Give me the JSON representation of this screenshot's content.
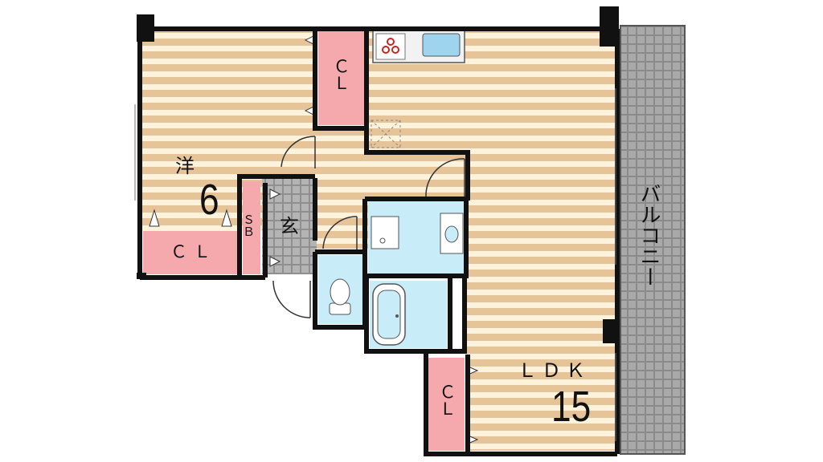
{
  "rooms": {
    "western": {
      "name": "洋",
      "size": "6"
    },
    "ldk": {
      "name": "ＬＤＫ",
      "size": "15"
    },
    "entrance": {
      "name": "玄"
    },
    "shoe_box": {
      "name": "ＳＢ"
    },
    "balcony": {
      "name": "バルコニー"
    },
    "closet_top": {
      "name": "ＣＬ"
    },
    "closet_western": {
      "name": "ＣＬ"
    },
    "closet_ldk": {
      "name": "ＣＬ"
    }
  },
  "colors": {
    "floor_light": "#fdf3dc",
    "floor_stripe": "#e6c49a",
    "closet": "#f5a9ac",
    "wet_area": "#c8ecf8",
    "balcony_grid": "#8a8a8a",
    "wall": "#111111"
  }
}
